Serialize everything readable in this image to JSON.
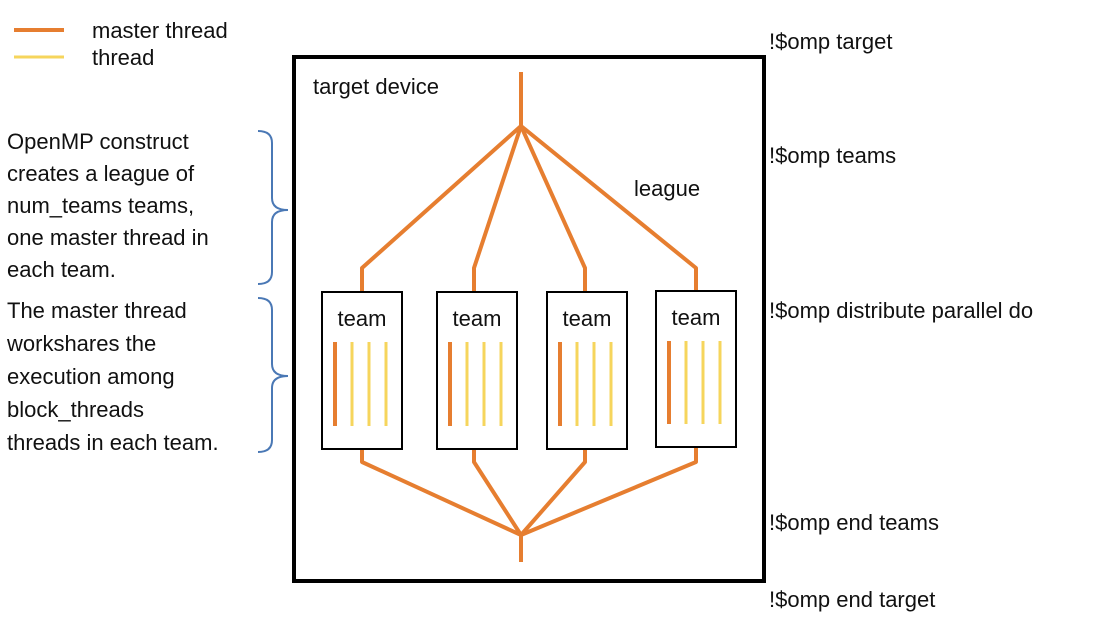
{
  "legend": {
    "items": [
      {
        "label": "master thread",
        "color": "#e67e30"
      },
      {
        "label": "thread",
        "color": "#f6d55c"
      }
    ]
  },
  "device": {
    "label": "target device",
    "league_label": "league",
    "teams": [
      {
        "label": "team",
        "thread_count": 4
      },
      {
        "label": "team",
        "thread_count": 4
      },
      {
        "label": "team",
        "thread_count": 4
      },
      {
        "label": "team",
        "thread_count": 4
      }
    ]
  },
  "notes": {
    "teams_note": [
      "OpenMP construct",
      "creates a league of",
      "num_teams teams,",
      "one master thread in",
      "each team."
    ],
    "workshare_note": [
      "The master thread",
      "workshares the",
      "execution among",
      "block_threads",
      "threads in each team."
    ]
  },
  "directives": {
    "target": "!$omp target",
    "teams": "!$omp teams",
    "distribute": "!$omp distribute parallel do",
    "end_teams": "!$omp end teams",
    "end_target": "!$omp end target"
  },
  "colors": {
    "master": "#e67e30",
    "thread": "#f6d55c",
    "bracket": "#4a78b5",
    "box": "#000000"
  }
}
